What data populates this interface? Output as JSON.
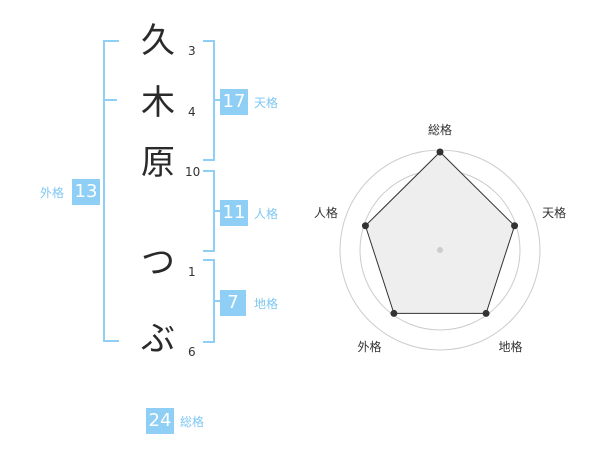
{
  "name_chars": [
    "久",
    "木",
    "原",
    "つ",
    "ぶ"
  ],
  "strokes": [
    "3",
    "4",
    "10",
    "1",
    "6"
  ],
  "scores": {
    "tenkaku": {
      "value": "17",
      "label": "天格"
    },
    "jinkaku": {
      "value": "11",
      "label": "人格"
    },
    "chikaku": {
      "value": "7",
      "label": "地格"
    },
    "gaikaku": {
      "value": "13",
      "label": "外格"
    },
    "soukaku": {
      "value": "24",
      "label": "総格"
    }
  },
  "chart_data": {
    "type": "radar",
    "axes": [
      "総格",
      "天格",
      "地格",
      "外格",
      "人格"
    ],
    "values": [
      1.0,
      0.8,
      0.8,
      0.8,
      0.8
    ],
    "max": 1.0,
    "rings": 4
  },
  "colors": {
    "accent": "#8fcff5",
    "accent_text": "#7ec7f2",
    "radar_fill": "#eeeeee",
    "radar_line": "#333333",
    "ring": "#cccccc"
  }
}
